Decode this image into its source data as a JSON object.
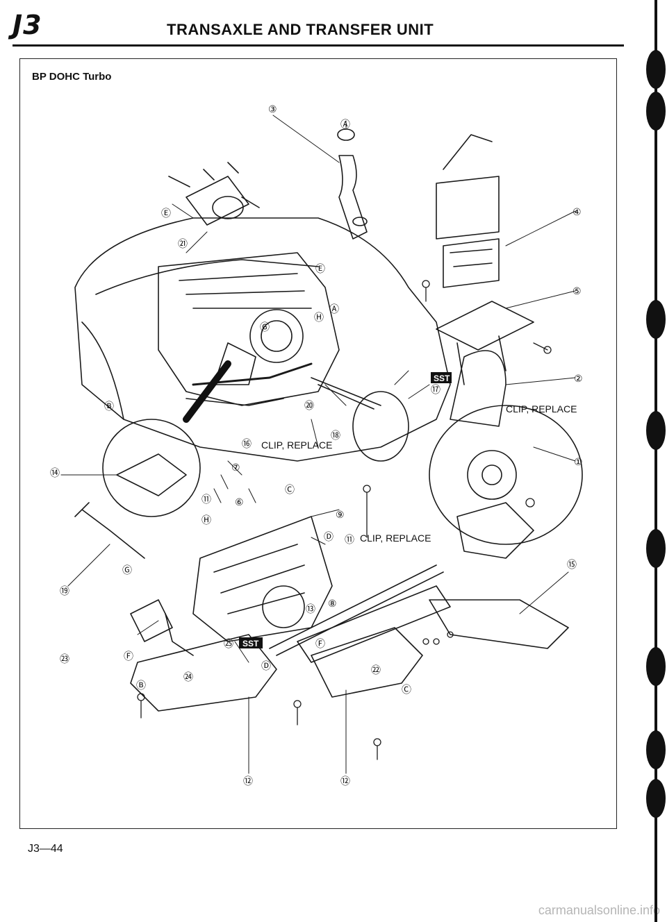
{
  "header": {
    "section_code": "J3",
    "title": "TRANSAXLE AND TRANSFER UNIT"
  },
  "diagram": {
    "variant_label": "BP DOHC Turbo",
    "callouts": {
      "c1": "①",
      "c2": "②",
      "c3": "③",
      "c4": "④",
      "c5": "⑤",
      "c6": "⑥",
      "c7": "⑦",
      "c8": "⑧",
      "c9": "⑨",
      "c11a": "⑪",
      "c11b": "⑪",
      "c12a": "⑫",
      "c12b": "⑫",
      "c13": "⑬",
      "c14": "⑭",
      "c15": "⑮",
      "c16": "⑯",
      "c17": "⑰",
      "c18": "⑱",
      "c19": "⑲",
      "c20": "⑳",
      "c21": "㉑",
      "c22": "㉒",
      "c23": "㉓",
      "c24": "㉔",
      "c25": "㉕"
    },
    "letters": {
      "A1": "Ⓐ",
      "A2": "Ⓐ",
      "B1": "Ⓑ",
      "B2": "Ⓑ",
      "C1": "Ⓒ",
      "C2": "Ⓒ",
      "D1": "Ⓓ",
      "D2": "Ⓓ",
      "E1": "Ⓔ",
      "E2": "Ⓔ",
      "F1": "Ⓕ",
      "F2": "Ⓕ",
      "G1": "Ⓖ",
      "G2": "Ⓖ",
      "H1": "Ⓗ",
      "H2": "Ⓗ"
    },
    "notes": {
      "clip_replace_1": "CLIP, REPLACE",
      "clip_replace_2": "CLIP, REPLACE",
      "clip_replace_3": "CLIP, REPLACE"
    },
    "sst_badges": {
      "sst_1": "SST",
      "sst_2": "SST"
    }
  },
  "footer": {
    "page_number": "J3—44",
    "watermark": "carmanualsonline.info"
  }
}
